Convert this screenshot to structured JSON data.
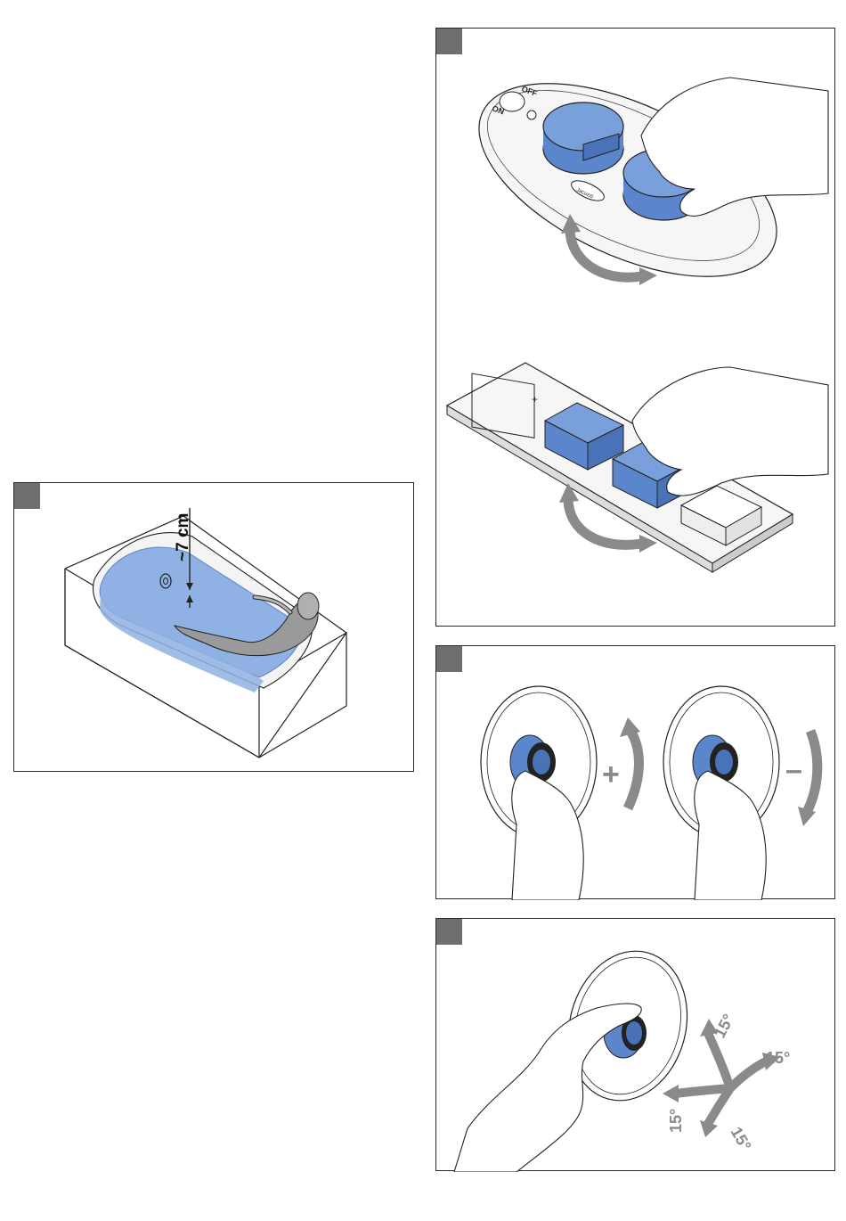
{
  "colors": {
    "accent_blue": "#5b86cc",
    "water_blue": "#8fb1e3",
    "arrow_gray": "#8a8a8a",
    "corner_gray": "#6f6f6f"
  },
  "panel_a": {
    "measure_label": "~7 cm"
  },
  "panel_b": {
    "on_label": "ON",
    "off_label": "OFF",
    "logo_text": "Jacuzzi",
    "keypad_plus": "+"
  },
  "panel_c": {
    "plus_label": "+",
    "minus_label": "–"
  },
  "panel_d": {
    "angle_up": "15°",
    "angle_right": "15°",
    "angle_left": "15°",
    "angle_down": "15°"
  },
  "icons": [
    "hand-icon",
    "curved-arrow-icon",
    "knob-icon",
    "bathtub-icon",
    "control-pad-icon"
  ]
}
